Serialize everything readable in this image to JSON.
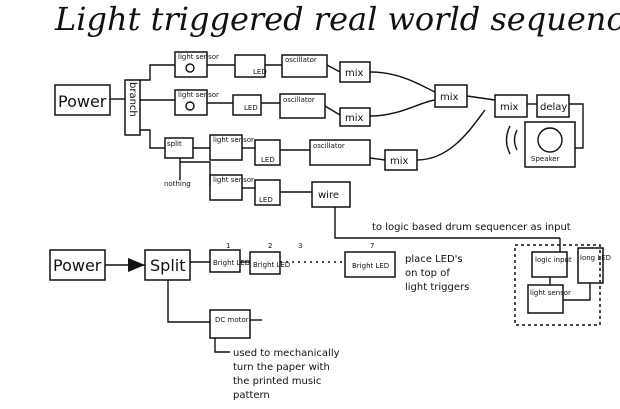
{
  "title": "Light triggered real world sequencer",
  "top": {
    "power": "Power",
    "branch": "branch",
    "light_sensor": "light sensor",
    "led": "LED",
    "oscillator": "oscillator",
    "mix": "mix",
    "split": "split",
    "nothing": "nothing",
    "wire": "wire",
    "delay": "delay",
    "speaker": "Speaker"
  },
  "drum_note": "to logic based drum sequencer as input",
  "bottom": {
    "power": "Power",
    "split": "Split",
    "bright_led": "Bright LED",
    "counts": [
      "1",
      "2",
      "3",
      "7"
    ],
    "place_note": [
      "place LED's",
      "on top of",
      "light triggers"
    ],
    "logic_input": "logic input",
    "long_led": "long LED",
    "light_sensor": "light sensor",
    "dc_motor": "DC motor",
    "motor_note": [
      "used to mechanically",
      "turn the paper with",
      "the printed music",
      "pattern"
    ]
  }
}
